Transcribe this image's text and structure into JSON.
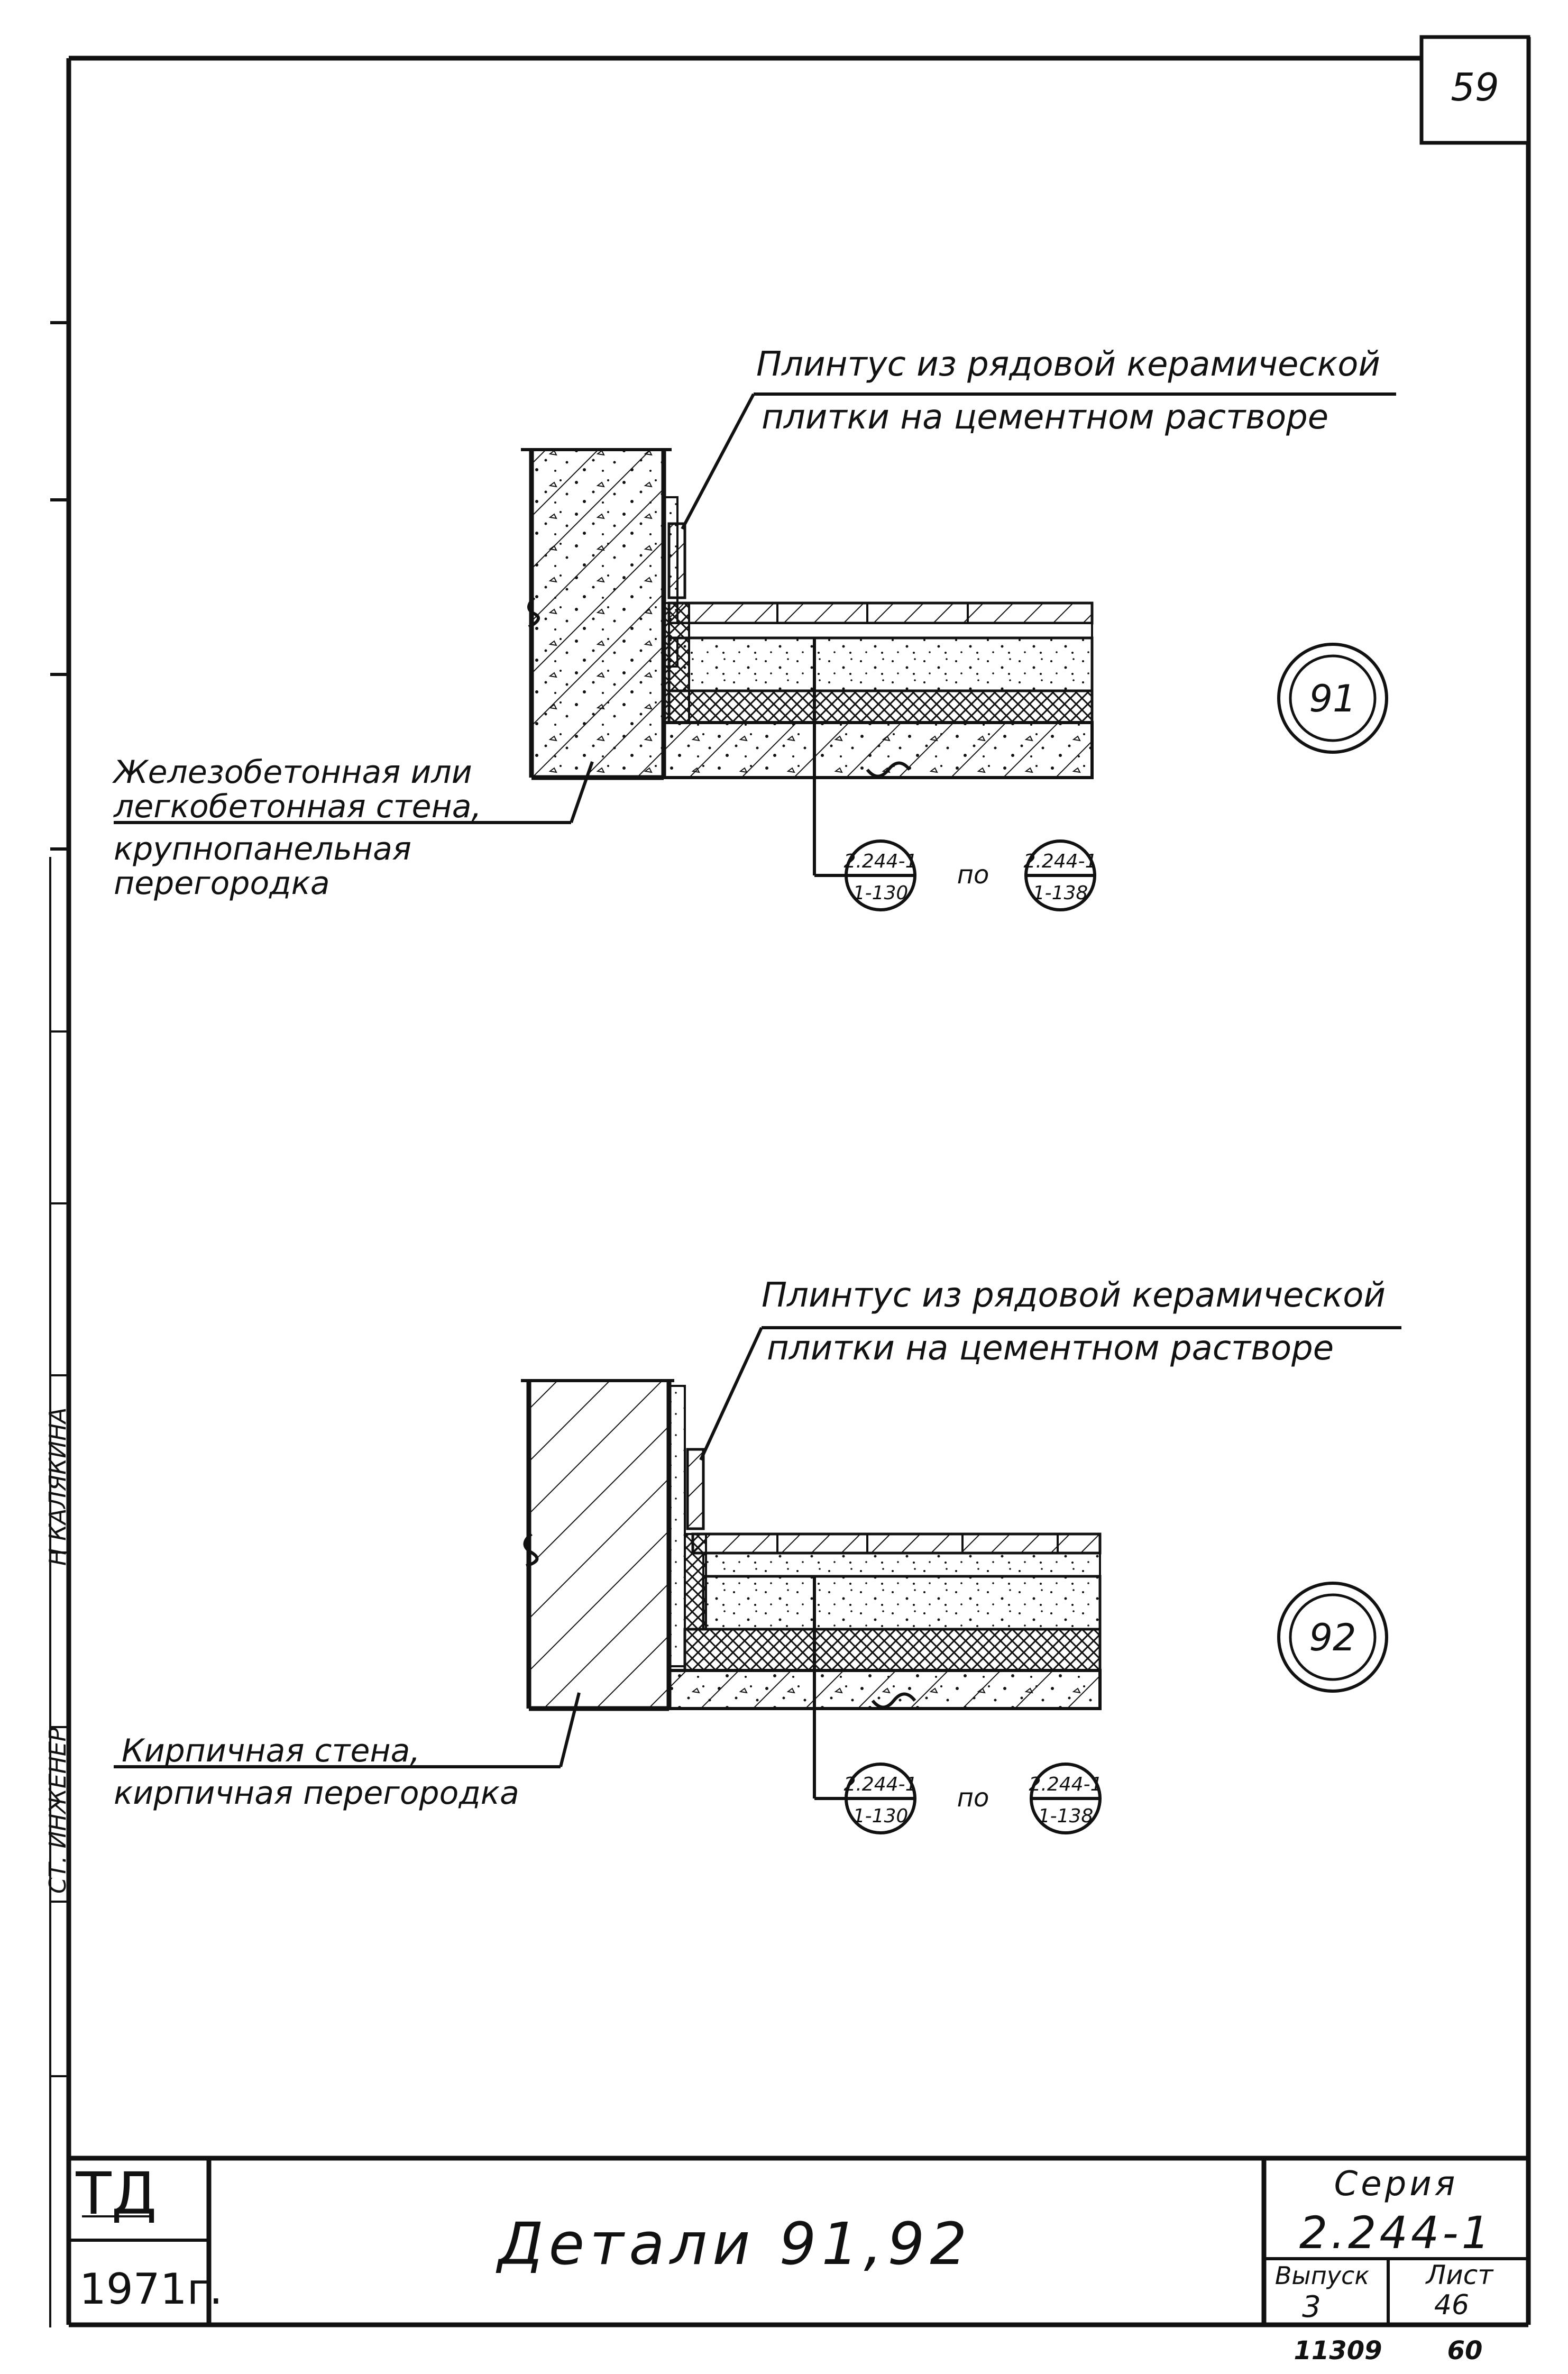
{
  "sheet": {
    "page_number": "59",
    "side_stamp_upper": "Н КАЛЯКИНА",
    "side_stamp_lower": "СТ. ИНЖЕНЕР"
  },
  "detail_91": {
    "baseboard_line1": "Плинтус из рядовой керамической",
    "baseboard_line2": "плитки на цементном растворе",
    "wall_line1": "Железобетонная или",
    "wall_line2": "легкобетонная стена,",
    "wall_line3": "крупнопанельная",
    "wall_line4": "перегородка",
    "marker": "91",
    "ref_from_top": "2.244-1",
    "ref_from_bottom": "1-130",
    "ref_word": "по",
    "ref_to_top": "2.244-1",
    "ref_to_bottom": "1-138"
  },
  "detail_92": {
    "baseboard_line1": "Плинтус из рядовой керамической",
    "baseboard_line2": "плитки на цементном растворе",
    "wall_line1": "Кирпичная стена,",
    "wall_line2": "кирпичная перегородка",
    "marker": "92",
    "ref_from_top": "2.244-1",
    "ref_from_bottom": "1-130",
    "ref_word": "по",
    "ref_to_top": "2.244-1",
    "ref_to_bottom": "1-138"
  },
  "title_block": {
    "logo": "ТД",
    "year": "1971г.",
    "title": "Детали 91,92",
    "series_label": "Серия",
    "series_value": "2.244-1",
    "issue_label": "Выпуск",
    "issue_value": "3",
    "sheet_label": "Лист",
    "sheet_value": "46",
    "footer_left": "11309",
    "footer_right": "60"
  }
}
